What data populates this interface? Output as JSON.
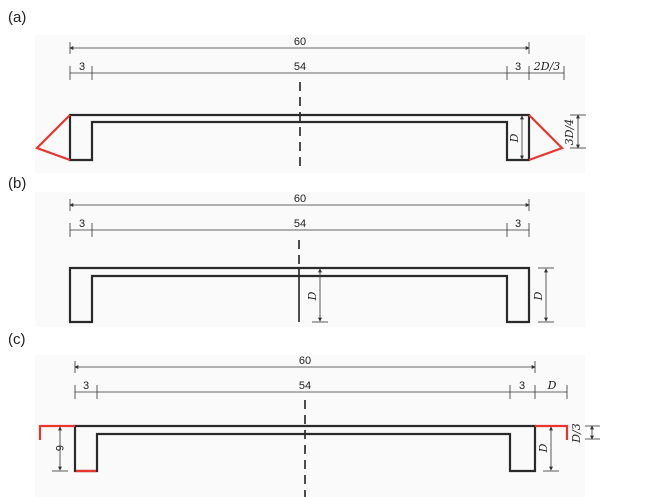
{
  "panels": [
    {
      "label": "(a)",
      "total": "60",
      "left": "3",
      "mid": "54",
      "right": "3",
      "ext": "2D/3",
      "depth": "D",
      "side": "3D/4"
    },
    {
      "label": "(b)",
      "total": "60",
      "left": "3",
      "mid": "54",
      "right": "3",
      "depth_center": "D",
      "depth": "D"
    },
    {
      "label": "(c)",
      "total": "60",
      "left": "3",
      "mid": "54",
      "right": "3",
      "ext": "D",
      "left_depth": "6",
      "depth": "D",
      "side": "D/3"
    }
  ],
  "colors": {
    "section": "#2a2a2a",
    "reinforcement": "#e8362f"
  }
}
